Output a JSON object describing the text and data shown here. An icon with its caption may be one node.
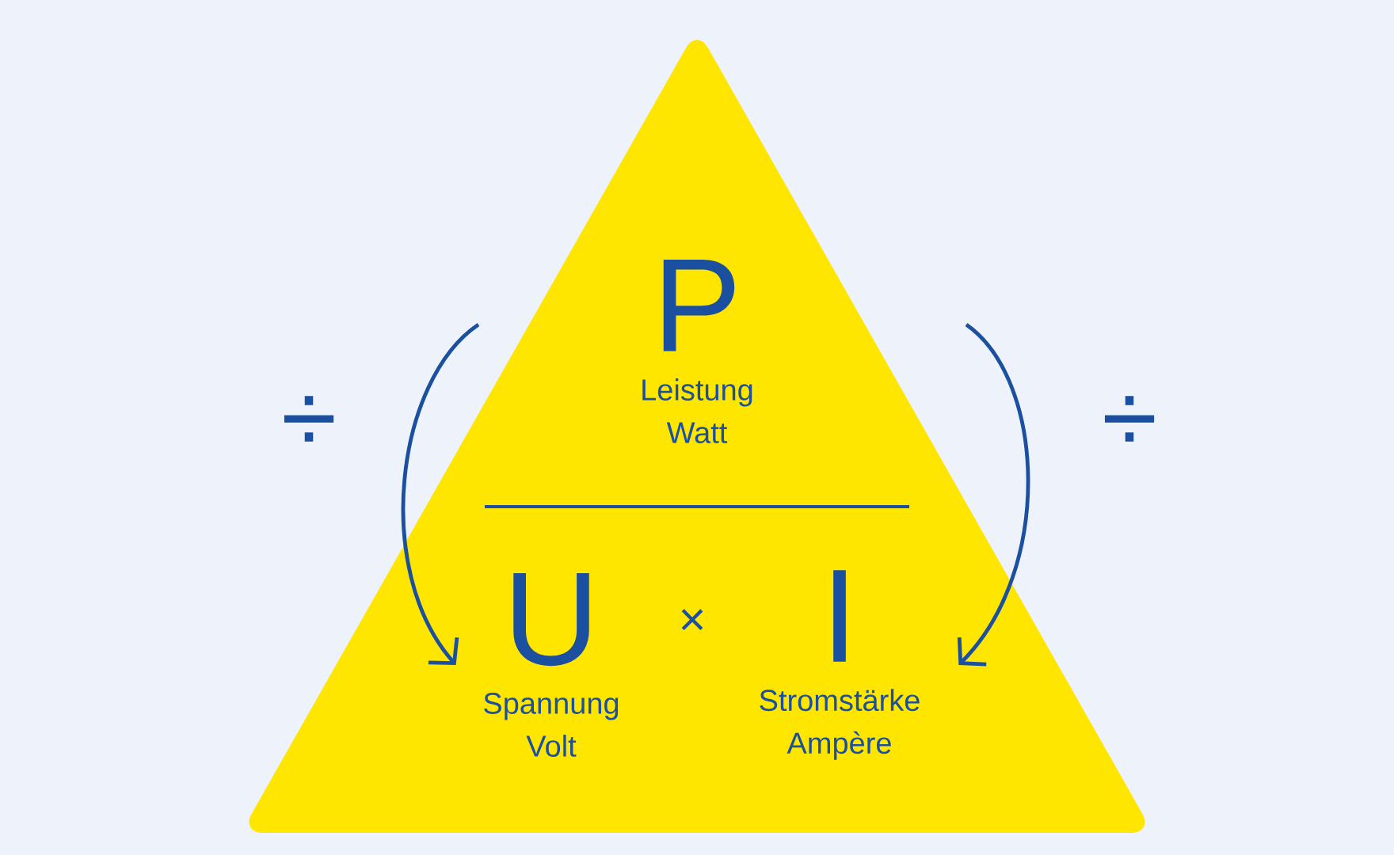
{
  "diagram": {
    "nodes": [
      {
        "text": [],
        "shape": "triangle"
      },
      {
        "text": [
          "P",
          "Leistung Watt"
        ],
        "in": 0
      },
      {
        "text": [
          "U",
          "Spannung Volt"
        ],
        "in": 0
      },
      {
        "text": [
          "I",
          "Stromstärke Ampère"
        ],
        "in": 0
      }
    ],
    "edges": [
      {
        "from": null,
        "to": 2,
        "arrow": "to"
      },
      {
        "from": null,
        "to": 3,
        "arrow": "to"
      }
    ],
    "labels": [
      "÷",
      "×",
      "÷"
    ]
  }
}
